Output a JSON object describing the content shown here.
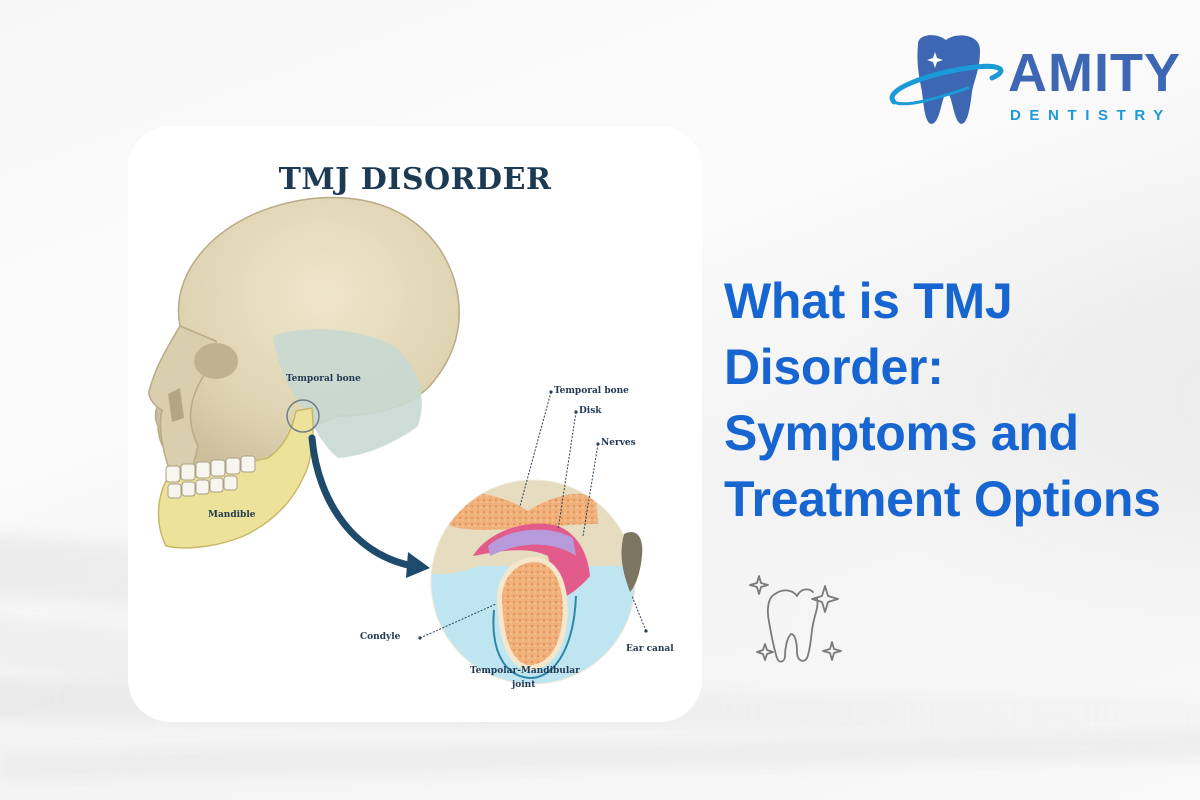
{
  "brand": {
    "name": "AMITY",
    "tagline": "DENTISTRY",
    "primary_color": "#3d67b2",
    "accent_color": "#1a9ad6",
    "logo_icon": "tooth-with-orbit-icon"
  },
  "headline": {
    "lines": [
      "What is TMJ",
      "Disorder:",
      "Symptoms and",
      "Treatment Options"
    ],
    "color": "#1665d0"
  },
  "illustration": {
    "title": "TMJ DISORDER",
    "labels": {
      "temporal_bone_skull": "Temporal bone",
      "mandible": "Mandible",
      "temporal_bone_detail": "Temporal bone",
      "disk": "Disk",
      "nerves": "Nerves",
      "condyle": "Condyle",
      "ear_canal": "Ear canal",
      "joint_line1": "Tempolar-Mandibular",
      "joint_line2": "joint"
    }
  },
  "decorations": {
    "sparkle_tooth_icon": "sparkling-tooth-outline-icon"
  }
}
